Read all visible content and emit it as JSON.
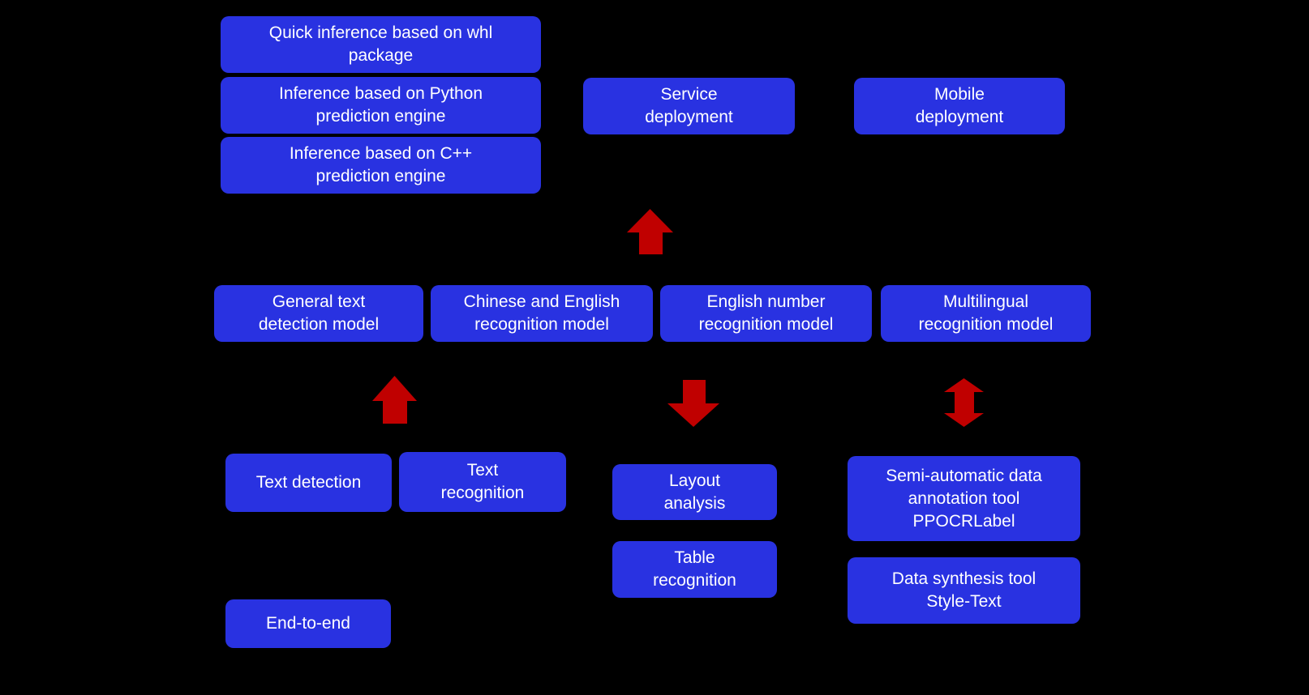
{
  "diagram": {
    "title": "PaddleOCR architecture diagram",
    "colors": {
      "background": "#000000",
      "box_fill": "#2932E1",
      "arrow_fill": "#C00000",
      "text": "#FFFFFF"
    },
    "nodes": {
      "quick_inference": {
        "label": "Quick inference based on whl\npackage"
      },
      "python_engine": {
        "label": "Inference based on Python\nprediction engine"
      },
      "cpp_engine": {
        "label": "Inference based on C++\nprediction engine"
      },
      "service_deployment": {
        "label": "Service\ndeployment"
      },
      "mobile_deployment": {
        "label": "Mobile\ndeployment"
      },
      "general_text_detection": {
        "label": "General text\ndetection model"
      },
      "chinese_english_recognition": {
        "label": "Chinese and English\nrecognition model"
      },
      "english_number_recognition": {
        "label": "English number\nrecognition model"
      },
      "multilingual_recognition": {
        "label": "Multilingual\nrecognition model"
      },
      "text_detection": {
        "label": "Text detection"
      },
      "text_recognition": {
        "label": "Text\nrecognition"
      },
      "layout_analysis": {
        "label": "Layout\nanalysis"
      },
      "table_recognition": {
        "label": "Table\nrecognition"
      },
      "ppocrlabel": {
        "label": "Semi-automatic data\nannotation tool\nPPOCRLabel"
      },
      "style_text": {
        "label": "Data synthesis tool\nStyle-Text"
      },
      "end_to_end": {
        "label": "End-to-end"
      }
    },
    "arrows": [
      {
        "name": "deployment-up-arrow",
        "direction": "up"
      },
      {
        "name": "models-up-arrow",
        "direction": "up"
      },
      {
        "name": "structure-down-arrow",
        "direction": "down"
      },
      {
        "name": "data-tools-double-arrow",
        "direction": "up-down"
      }
    ]
  }
}
